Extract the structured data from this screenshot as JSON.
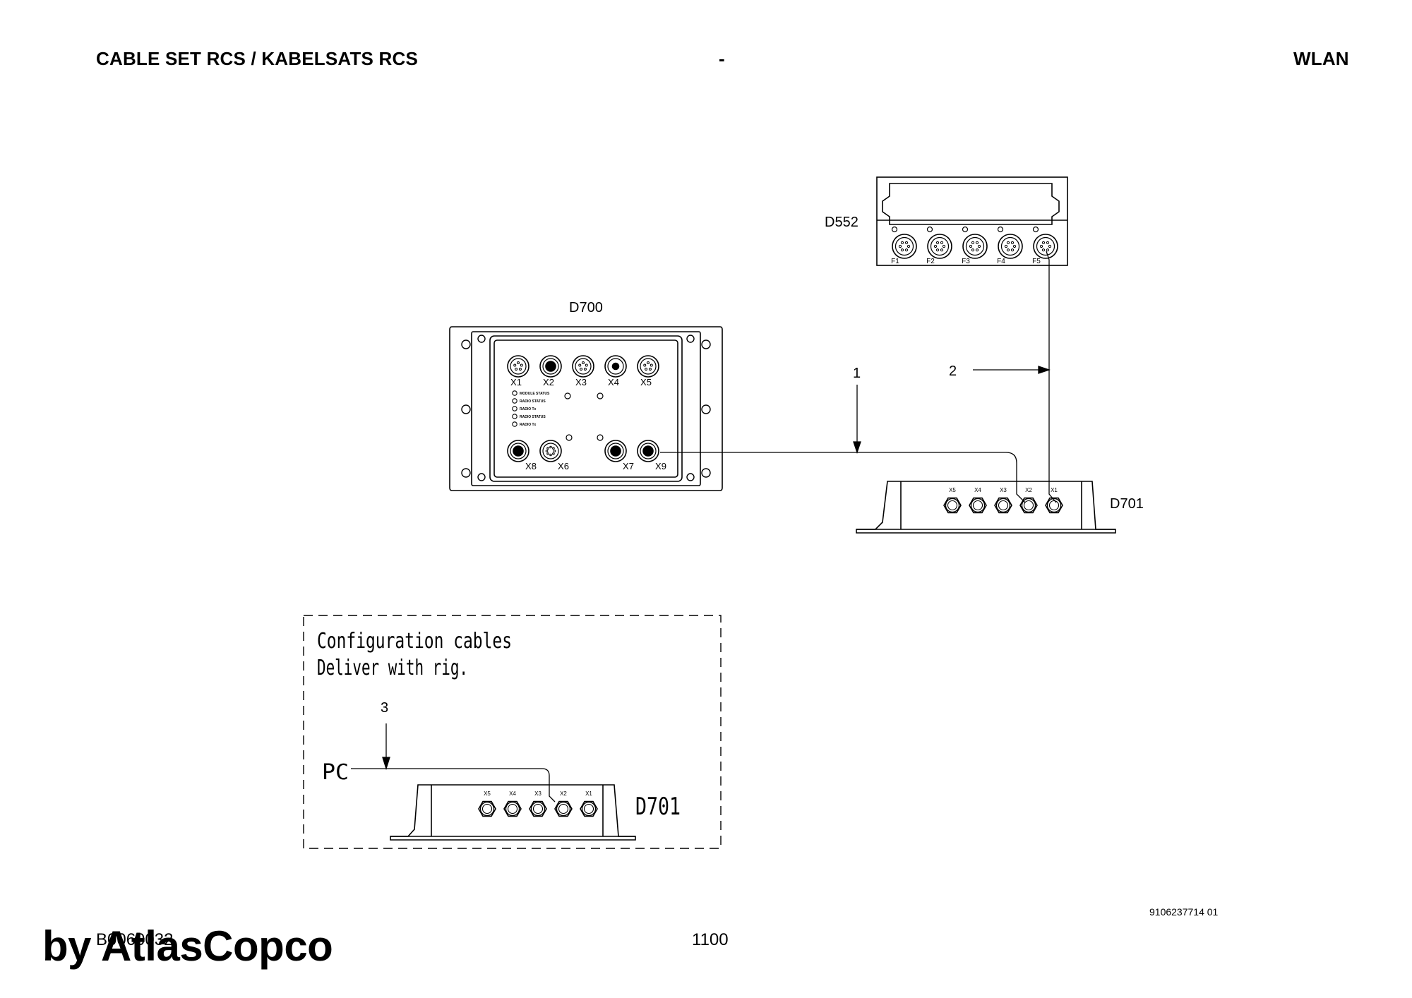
{
  "header": {
    "left": "CABLE SET RCS / KABELSATS RCS",
    "center": "-",
    "right": "WLAN"
  },
  "components": {
    "d552": {
      "label": "D552",
      "ports": [
        "F1",
        "F2",
        "F3",
        "F4",
        "F5"
      ]
    },
    "d700": {
      "label": "D700",
      "top_ports": [
        "X1",
        "X2",
        "X3",
        "X4",
        "X5"
      ],
      "bottom_ports": [
        "X8",
        "X6",
        "X7",
        "X9"
      ],
      "status_labels": [
        "MODULE STATUS",
        "RADIO STATUS",
        "RADIO Tx",
        "RADIO STATUS",
        "RADIO Tx"
      ]
    },
    "d701": {
      "label": "D701",
      "ports": [
        "X5",
        "X4",
        "X3",
        "X2",
        "X1"
      ]
    }
  },
  "cables": {
    "cable_1": "1",
    "cable_2": "2",
    "cable_3": "3"
  },
  "config_box": {
    "line1": "Configuration cables",
    "line2": "Deliver with rig.",
    "pc_label": "PC",
    "cable_label": "3",
    "device_label": "D701",
    "ports": [
      "X5",
      "X4",
      "X3",
      "X2",
      "X1"
    ]
  },
  "footer": {
    "doc_number": "9106237714 01",
    "page_number": "1100",
    "drawing_number": "B0060032",
    "brand": "by AtlasCopco"
  }
}
